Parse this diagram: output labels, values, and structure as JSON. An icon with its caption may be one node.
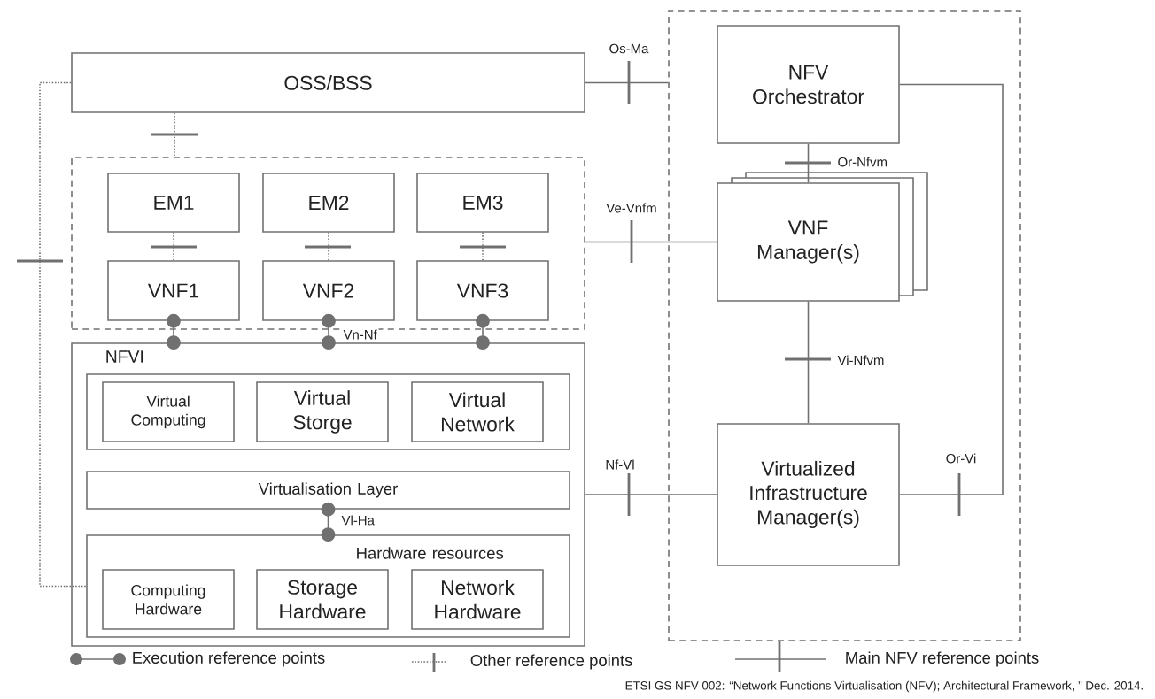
{
  "diagram": {
    "caption": "ETSI GS NFV 002: “Network Functions Virtualisation (NFV); Architectural Framework, ” Dec. 2014.",
    "nodes": [
      {
        "text": [
          "OSS/BSS"
        ]
      },
      {
        "text": [],
        "shape": "box"
      },
      {
        "text": [
          "EM1"
        ],
        "in": 1
      },
      {
        "text": [
          "EM2"
        ],
        "in": 1
      },
      {
        "text": [
          "EM3"
        ],
        "in": 1
      },
      {
        "text": [
          "VNF1"
        ],
        "in": 1
      },
      {
        "text": [
          "VNF2"
        ],
        "in": 1
      },
      {
        "text": [
          "VNF3"
        ],
        "in": 1
      },
      {
        "text": [
          "NFVI"
        ]
      },
      {
        "text": [],
        "shape": "box",
        "in": 8
      },
      {
        "text": [
          "Virtual Computing"
        ],
        "in": 9
      },
      {
        "text": [
          "Virtual Storge"
        ],
        "in": 9
      },
      {
        "text": [
          "Virtual Network"
        ],
        "in": 9
      },
      {
        "text": [
          "Virtualisation Layer"
        ],
        "in": 8
      },
      {
        "text": [
          "Hardware resources"
        ],
        "in": 8
      },
      {
        "text": [
          "Computing Hardware"
        ],
        "in": 14
      },
      {
        "text": [
          "Storage Hardware"
        ],
        "in": 14
      },
      {
        "text": [
          "Network Hardware"
        ],
        "in": 14
      },
      {
        "text": [],
        "shape": "box"
      },
      {
        "text": [
          "NFV Orchestrator"
        ],
        "in": 18
      },
      {
        "text": [
          "VNF Manager(s)"
        ],
        "in": 18
      },
      {
        "text": [
          "Virtualized Infrastructure Manager(s)"
        ],
        "in": 18
      }
    ],
    "edges": [
      {
        "from": 0,
        "to": 18,
        "arrow": "none",
        "label": "Os-Ma"
      },
      {
        "from": 0,
        "to": 1,
        "arrow": "none",
        "style": "dashed"
      },
      {
        "from": 2,
        "to": 5,
        "arrow": "none",
        "style": "dashed"
      },
      {
        "from": 3,
        "to": 6,
        "arrow": "none",
        "style": "dashed"
      },
      {
        "from": 4,
        "to": 7,
        "arrow": "none",
        "style": "dashed"
      },
      {
        "from": 0,
        "to": 14,
        "arrow": "none",
        "style": "dashed"
      },
      {
        "from": 5,
        "to": 8,
        "arrow": "other"
      },
      {
        "from": 6,
        "to": 8,
        "arrow": "other",
        "label": "Vn-Nf"
      },
      {
        "from": 7,
        "to": 8,
        "arrow": "other"
      },
      {
        "from": 13,
        "to": 14,
        "arrow": "other",
        "label": "Vl-Ha"
      },
      {
        "from": 1,
        "to": 20,
        "arrow": "none",
        "label": "Ve-Vnfm"
      },
      {
        "from": 19,
        "to": 20,
        "arrow": "none",
        "label": "Or-Nfvm"
      },
      {
        "from": 20,
        "to": 21,
        "arrow": "none",
        "label": "Vi-Nfvm"
      },
      {
        "from": 8,
        "to": 21,
        "arrow": "none",
        "label": "Nf-Vl"
      },
      {
        "from": 21,
        "to": 19,
        "arrow": "none",
        "label": "Or-Vi"
      }
    ],
    "legend": [
      {
        "text": "Execution reference points"
      },
      {
        "text": "Other reference points"
      },
      {
        "text": "Main NFV reference points"
      }
    ]
  }
}
